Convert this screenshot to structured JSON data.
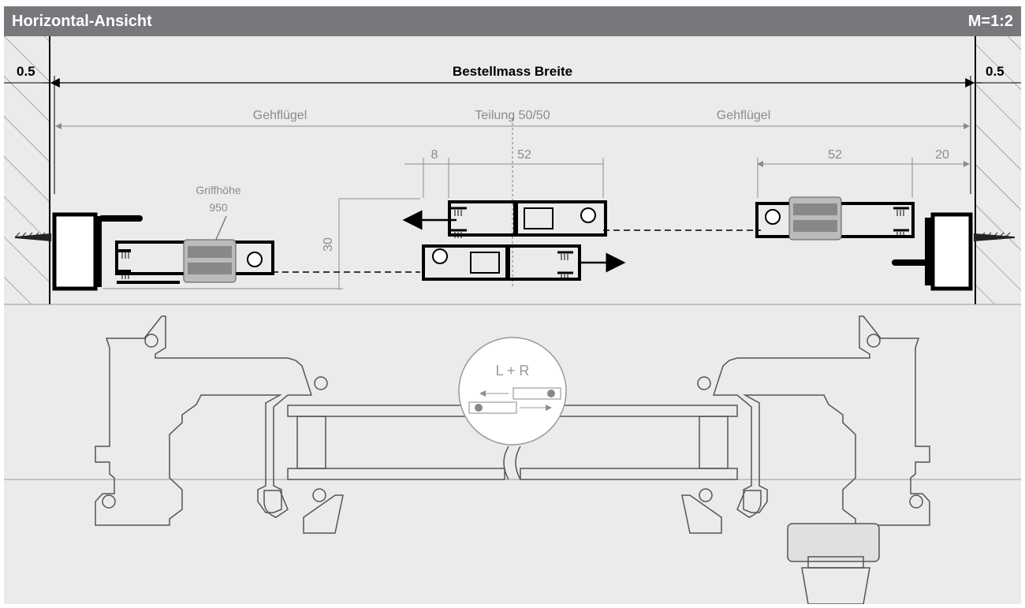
{
  "header": {
    "title": "Horizontal-Ansicht",
    "scale": "M=1:2"
  },
  "dimensions": {
    "gap_left": "0.5",
    "gap_right": "0.5",
    "order_width": "Bestellmass Breite",
    "leaf_left": "Gehflügel",
    "leaf_right": "Gehflügel",
    "division": "Teilung 50/50",
    "dim_8": "8",
    "dim_52_center": "52",
    "dim_52_right": "52",
    "dim_20": "20",
    "dim_30": "30",
    "handle_height_label": "Griffhöhe",
    "handle_height_value": "950"
  },
  "badge": {
    "label": "L + R"
  },
  "colors": {
    "header_bg": "#77787b",
    "canvas_bg": "#ebebeb",
    "profile_dark": "#000000",
    "dimension_line": "#8c8c8c"
  }
}
